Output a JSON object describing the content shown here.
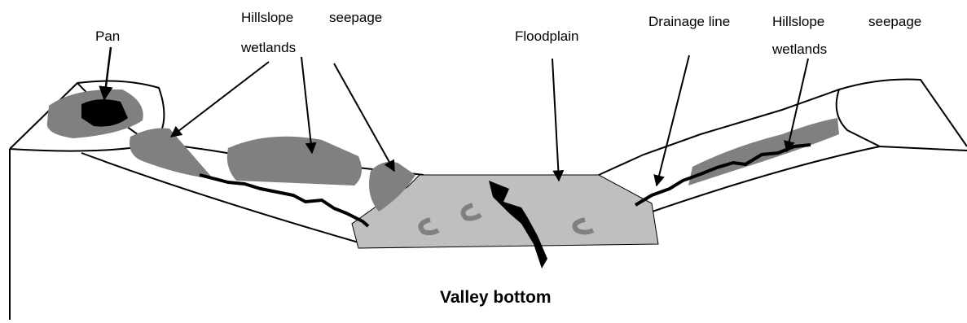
{
  "labels": {
    "pan": "Pan",
    "hillslope_left_line1": "Hillslope",
    "hillslope_left_line1b": "seepage",
    "hillslope_left_line2": "wetlands",
    "floodplain": "Floodplain",
    "drainage_line": "Drainage line",
    "hillslope_right_line1": "Hillslope",
    "hillslope_right_line1b": "seepage",
    "hillslope_right_line2": "wetlands",
    "valley_bottom": "Valley bottom"
  },
  "colors": {
    "floodplain_fill": "#bfbfbf",
    "wetland_fill": "#808080",
    "pan_fill": "#000000",
    "outline": "#000000",
    "background": "#ffffff"
  }
}
